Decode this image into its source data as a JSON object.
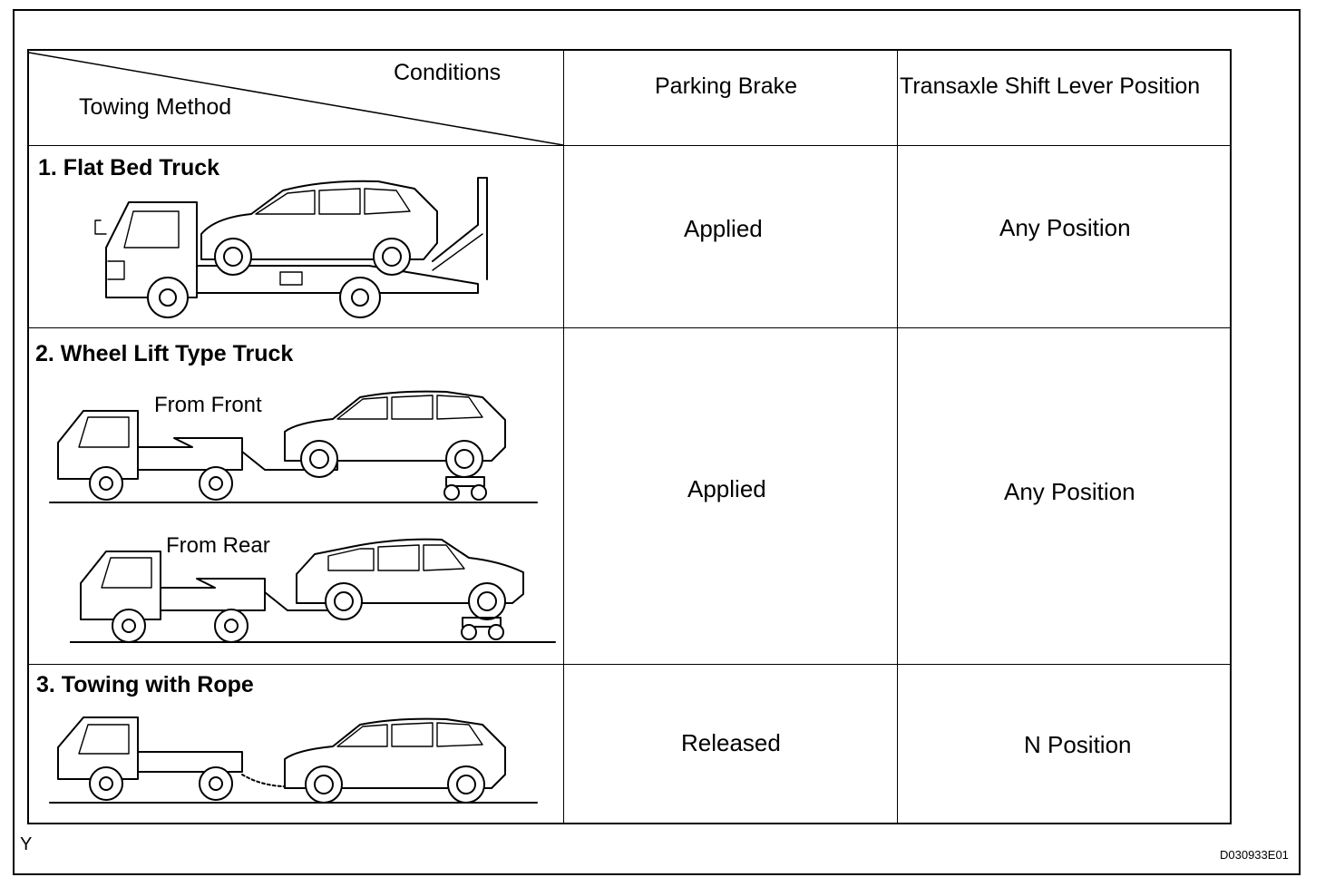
{
  "header": {
    "conditions_label": "Conditions",
    "method_label": "Towing Method",
    "col_parking_brake": "Parking Brake",
    "col_shift_lever": "Transaxle Shift Lever Position"
  },
  "rows": [
    {
      "title": "1. Flat Bed Truck",
      "parking_brake": "Applied",
      "shift_lever": "Any Position",
      "illustration_icon": "flat-bed-truck-icon"
    },
    {
      "title": "2. Wheel Lift Type Truck",
      "sub_front": "From Front",
      "sub_rear": "From Rear",
      "parking_brake": "Applied",
      "shift_lever": "Any Position",
      "illustration_icon": "wheel-lift-truck-icon"
    },
    {
      "title": "3. Towing with Rope",
      "parking_brake": "Released",
      "shift_lever": "N Position",
      "illustration_icon": "rope-tow-truck-icon"
    }
  ],
  "corner_mark": "Y",
  "figure_code": "D030933E01"
}
